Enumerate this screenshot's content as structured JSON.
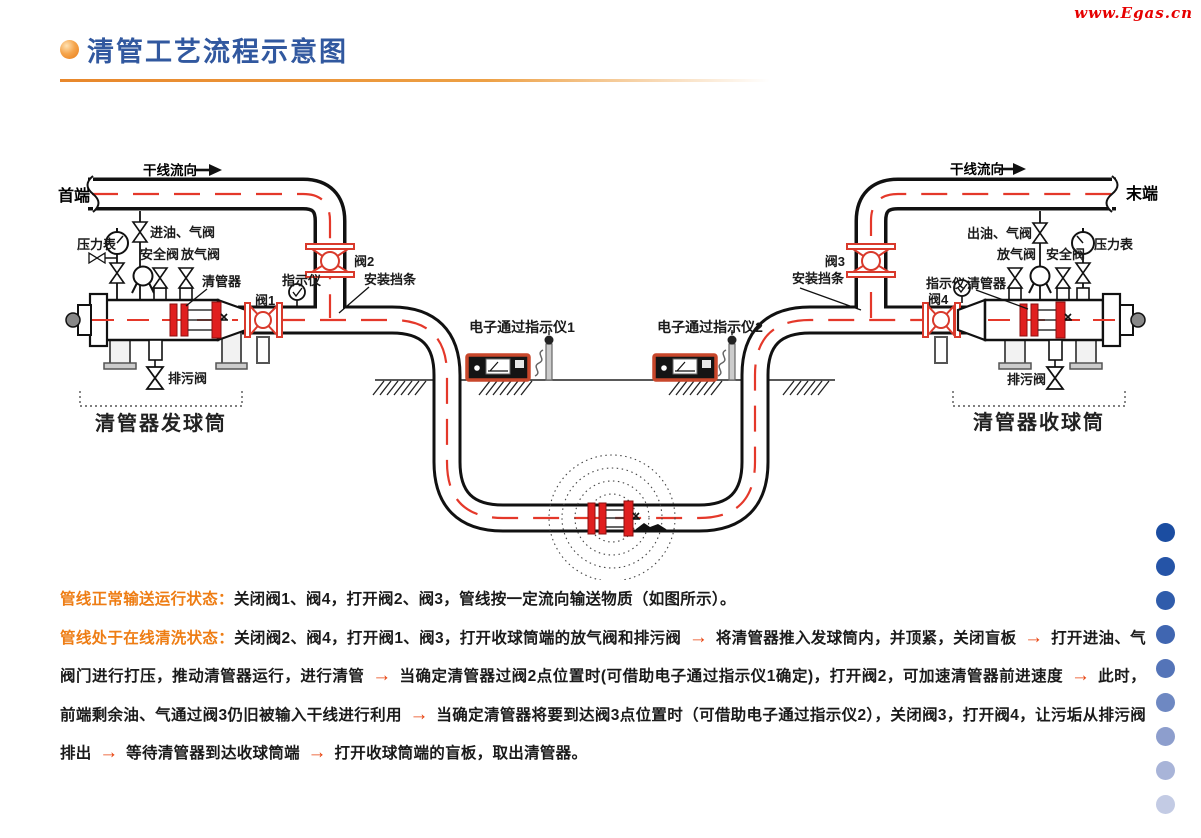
{
  "watermark": "www.Egas.cn",
  "header": {
    "title": "清管工艺流程示意图"
  },
  "diagram": {
    "labels": {
      "flow_direction": "干线流向",
      "head_end": "首端",
      "tail_end": "末端",
      "pressure_gauge": "压力表",
      "inlet_oil_gas_valve": "进油、气阀",
      "outlet_oil_gas_valve": "出油、气阀",
      "safety_valve": "安全阀",
      "vent_valve": "放气阀",
      "pig": "清管器",
      "indicator": "指示仪",
      "valve1": "阀1",
      "valve2": "阀2",
      "valve3": "阀3",
      "valve4": "阀4",
      "stop_bar": "安装挡条",
      "drain_valve": "排污阀",
      "launcher": "清管器发球筒",
      "receiver": "清管器收球筒",
      "epi1": "电子通过指示仪1",
      "epi2": "电子通过指示仪2"
    },
    "colors": {
      "pipe_red": "#e4382a",
      "valve_red": "#d93a2c",
      "pig_red": "#e01f1f",
      "box_border": "#c8472b",
      "title_blue": "#31589f",
      "heading_orange": "#ee7d14",
      "arrow_red": "#e8430f"
    }
  },
  "notes": {
    "para1": {
      "segments": [
        {
          "type": "heading",
          "text": "管线正常输送运行状态："
        },
        {
          "type": "text",
          "text": "关闭阀1、阀4，打开阀2、阀3，管线按一定流向输送物质（如图所示）。"
        }
      ]
    },
    "para2": {
      "segments": [
        {
          "type": "heading",
          "text": "管线处于在线清洗状态："
        },
        {
          "type": "text",
          "text": "关闭阀2、阀4，打开阀1、阀3，打开收球筒端的放气阀和排污阀 "
        },
        {
          "type": "arrow",
          "text": "→"
        },
        {
          "type": "text",
          "text": " 将清管器推入发球筒内，并顶紧，关闭盲板 "
        },
        {
          "type": "arrow",
          "text": "→"
        },
        {
          "type": "text",
          "text": " 打开进油、气阀门进行打压，推动清管器运行，进行清管 "
        },
        {
          "type": "arrow",
          "text": "→"
        },
        {
          "type": "text",
          "text": " 当确定清管器过阀2点位置时(可借助电子通过指示仪1确定)，打开阀2，可加速清管器前进速度 "
        },
        {
          "type": "arrow",
          "text": "→"
        },
        {
          "type": "text",
          "text": " 此时，前端剩余油、气通过阀3仍旧被输入干线进行利用 "
        },
        {
          "type": "arrow",
          "text": "→"
        },
        {
          "type": "text",
          "text": " 当确定清管器将要到达阀3点位置时（可借助电子通过指示仪2），关闭阀3，打开阀4，让污垢从排污阀排出 "
        },
        {
          "type": "arrow",
          "text": "→"
        },
        {
          "type": "text",
          "text": " 等待清管器到达收球筒端 "
        },
        {
          "type": "arrow",
          "text": "→"
        },
        {
          "type": "text",
          "text": " 打开收球筒端的盲板，取出清管器。"
        }
      ]
    }
  },
  "decor": {
    "dot_colors": [
      "#1b4da1",
      "#2554a7",
      "#2f5cab",
      "#4066b1",
      "#5474b8",
      "#6e88c2",
      "#8d9ecd",
      "#a8b4d8",
      "#c3cbe4"
    ]
  }
}
